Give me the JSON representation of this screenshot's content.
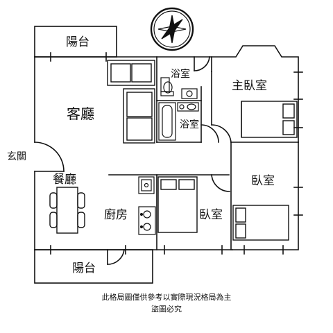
{
  "rooms": {
    "balcony_top": "陽台",
    "living_room": "客廳",
    "bathroom_1": "浴室",
    "bathroom_2": "浴室",
    "master_bedroom": "主臥室",
    "entrance": "玄關",
    "dining_room": "餐廳",
    "kitchen": "廚房",
    "bedroom_middle": "臥室",
    "bedroom_right": "臥室",
    "balcony_bottom": "陽台"
  },
  "footer": {
    "disclaimer": "此格局圖僅供參考以實際現況格局為主",
    "copyright": "盜圖必究"
  },
  "compass": {
    "icon": "compass-icon"
  }
}
